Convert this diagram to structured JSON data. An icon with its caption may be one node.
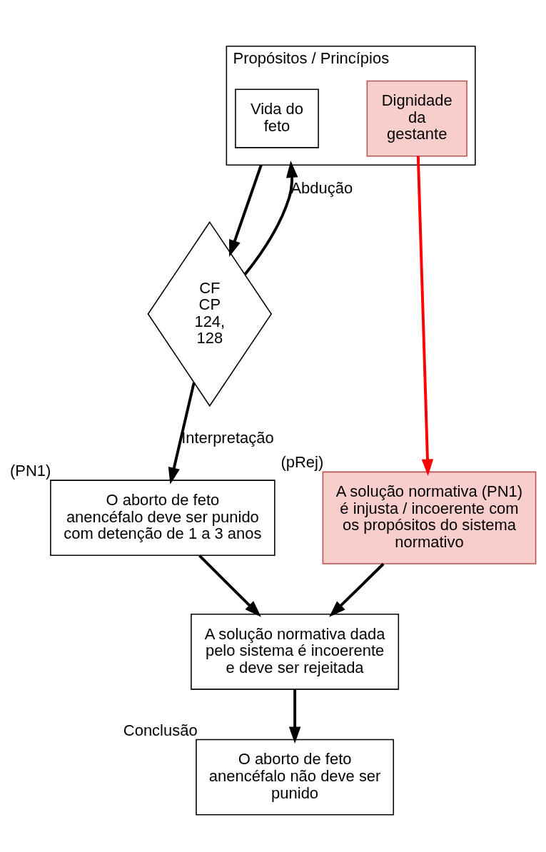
{
  "diagram": {
    "nodes": [
      {
        "text": [
          "Propósitos / Princípios"
        ]
      },
      {
        "text": [
          "Vida do feto"
        ],
        "in": 0
      },
      {
        "text": [
          "Dignidade da gestante"
        ],
        "in": 0
      },
      {
        "text": [
          "CF CP 124, 128"
        ]
      },
      {
        "text": [
          "O aborto de feto anencéfalo deve ser punido com detenção de 1 a 3 anos"
        ],
        "beside": [
          "(PN1)"
        ]
      },
      {
        "text": [
          "A solução normativa (PN1) é injusta / incoerente com os propósitos do sistema normativo"
        ],
        "beside": [
          "(pRej)"
        ]
      },
      {
        "text": [
          "A solução normativa dada pelo sistema é incoerente e deve ser rejeitada"
        ]
      },
      {
        "text": [
          "O aborto de feto anencéfalo não deve ser punido"
        ],
        "beside": [
          "Conclusão"
        ]
      }
    ],
    "edges": [
      {
        "from": 0,
        "to": 3,
        "arrow": "to"
      },
      {
        "from": 3,
        "to": 0,
        "arrow": "to",
        "label": "Abdução"
      },
      {
        "from": 3,
        "to": 4,
        "arrow": "to",
        "label": "Interpretação"
      },
      {
        "from": 2,
        "to": 5,
        "arrow": "to",
        "color": "#ff0000"
      },
      {
        "from": 4,
        "to": 6,
        "arrow": "to"
      },
      {
        "from": 5,
        "to": 6,
        "arrow": "to"
      },
      {
        "from": 6,
        "to": 7,
        "arrow": "to"
      }
    ]
  }
}
